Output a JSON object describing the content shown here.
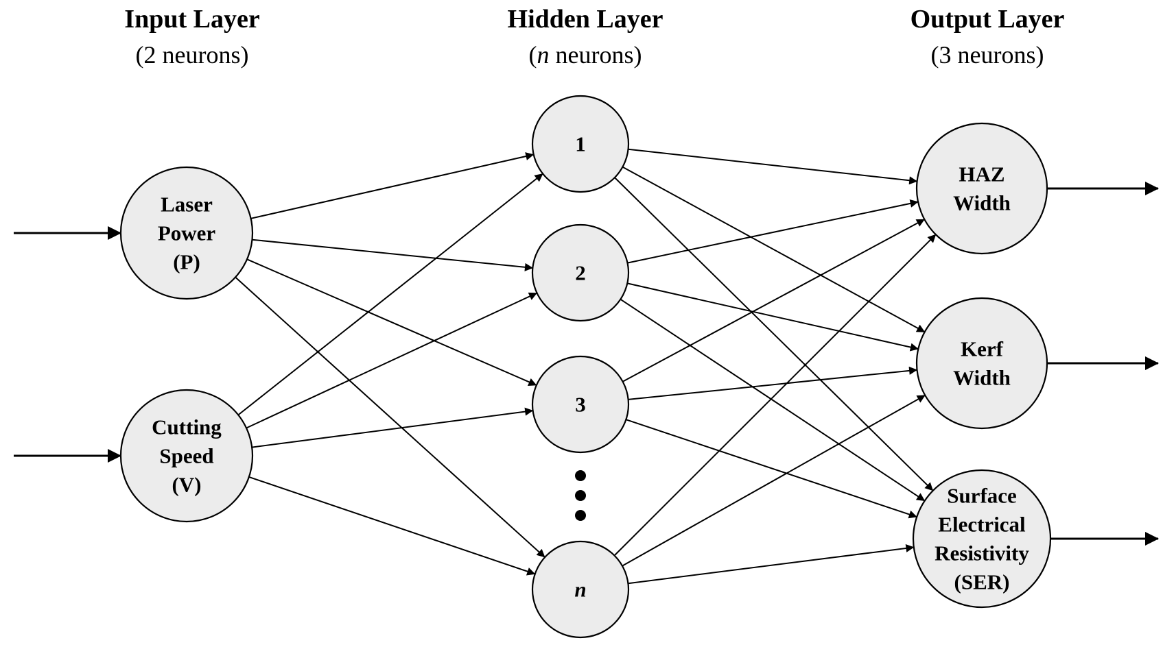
{
  "layers": {
    "input": {
      "title": "Input Layer",
      "subtitle": "(2 neurons)",
      "neurons": [
        {
          "lines": [
            "Laser",
            "Power",
            "(P)"
          ]
        },
        {
          "lines": [
            "Cutting",
            "Speed",
            "(V)"
          ]
        }
      ]
    },
    "hidden": {
      "title": "Hidden Layer",
      "subtitle_pre": "(",
      "subtitle_var": "n",
      "subtitle_post": " neurons)",
      "neurons": [
        {
          "label": "1"
        },
        {
          "label": "2"
        },
        {
          "label": "3"
        },
        {
          "label": "n",
          "italic": true
        }
      ]
    },
    "output": {
      "title": "Output Layer",
      "subtitle": "(3 neurons)",
      "neurons": [
        {
          "lines": [
            "HAZ",
            "Width"
          ]
        },
        {
          "lines": [
            "Kerf",
            "Width"
          ]
        },
        {
          "lines": [
            "Surface",
            "Electrical",
            "Resistivity",
            "(SER)"
          ]
        }
      ]
    }
  },
  "colors": {
    "neuron_fill": "#ececec",
    "stroke": "#000000",
    "background": "#ffffff"
  }
}
